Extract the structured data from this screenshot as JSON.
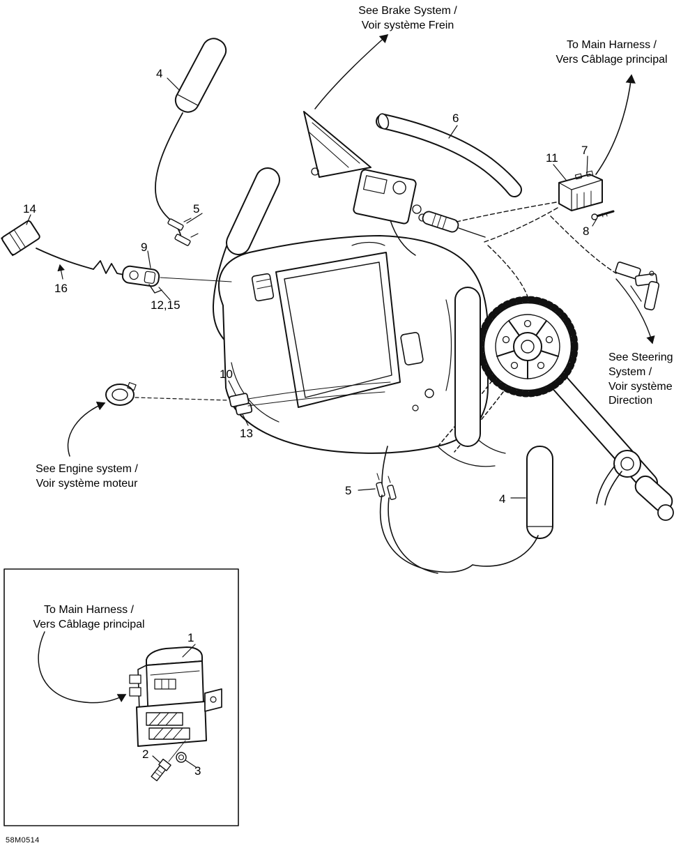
{
  "meta": {
    "part_code": "58M0514"
  },
  "notes": {
    "brake_line1": "See Brake System /",
    "brake_line2": "Voir système Frein",
    "harness_line1": "To Main Harness /",
    "harness_line2": "Vers Câblage principal",
    "steering_line1": "See Steering",
    "steering_line2": "System /",
    "steering_line3": "Voir système",
    "steering_line4": "Direction",
    "engine_line1": "See Engine system /",
    "engine_line2": "Voir système moteur"
  },
  "callouts": {
    "c1": "1",
    "c2": "2",
    "c3": "3",
    "c4": "4",
    "c5": "5",
    "c6": "6",
    "c7": "7",
    "c8": "8",
    "c9": "9",
    "c10": "10",
    "c11": "11",
    "c13": "13",
    "c14": "14",
    "c16": "16",
    "c12_15": "12,15"
  }
}
